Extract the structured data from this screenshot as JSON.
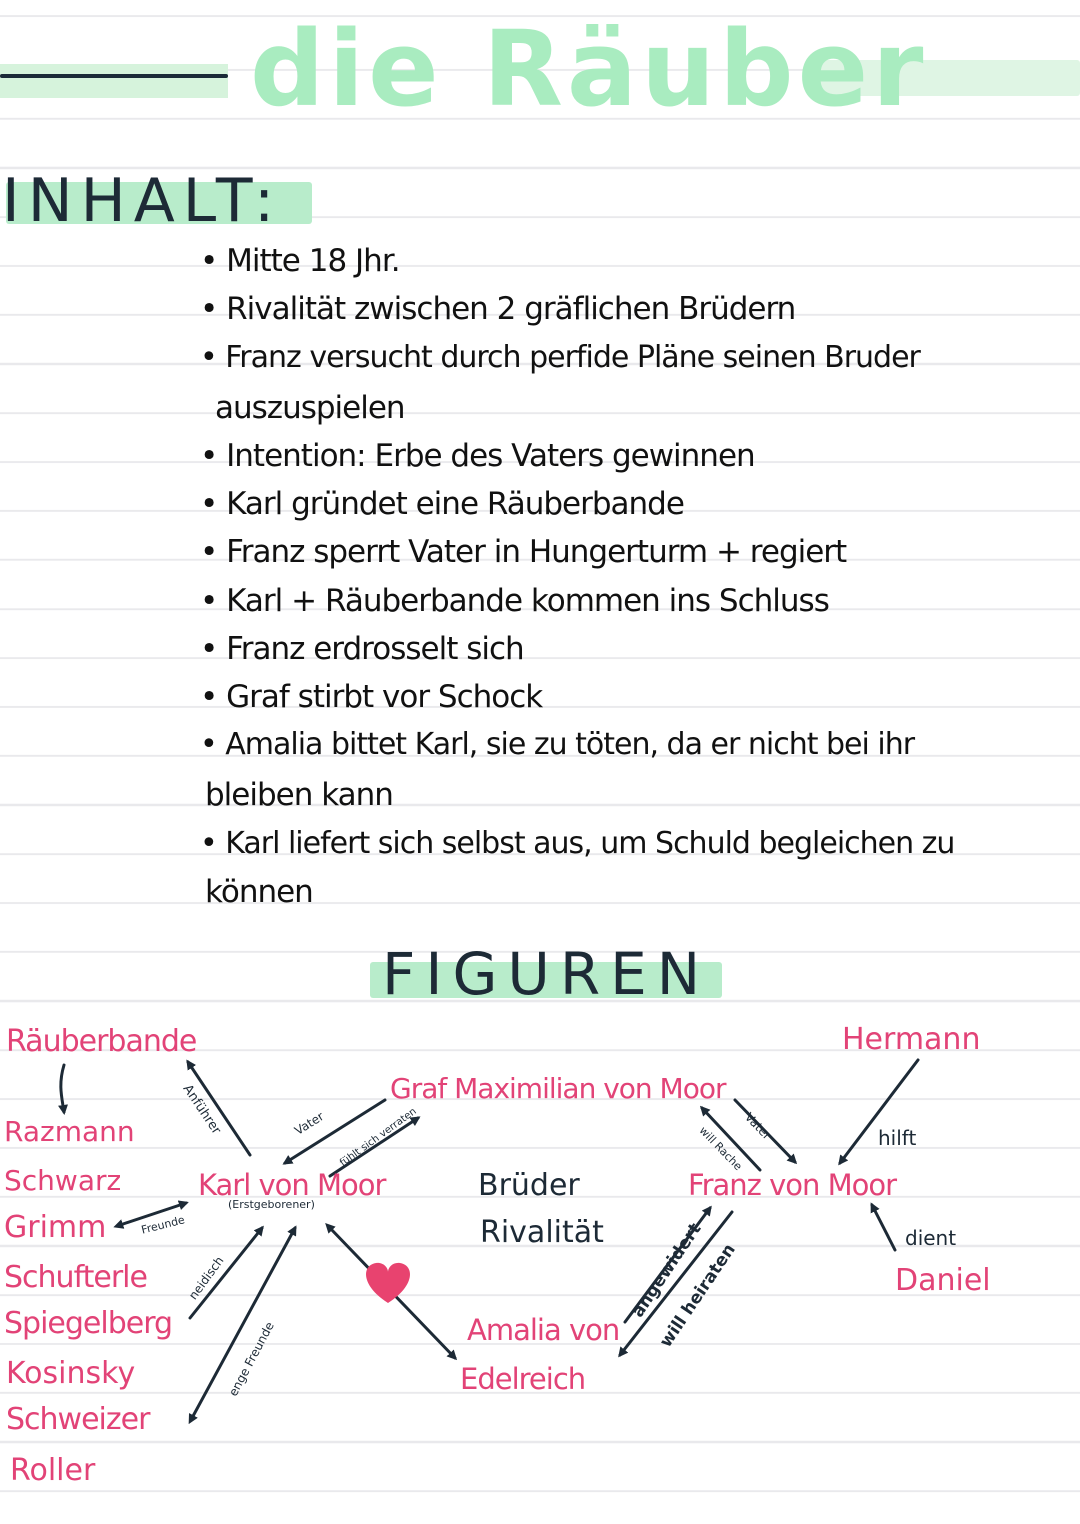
{
  "header": {
    "title": "die Räuber"
  },
  "inhalt": {
    "heading": "INHALT:",
    "bullets": [
      "• Mitte 18 Jhr.",
      "• Rivalität zwischen 2 gräflichen Brüdern",
      "• Franz versucht durch perfide Pläne seinen Bruder",
      "auszuspielen",
      "• Intention: Erbe des Vaters gewinnen",
      "• Karl gründet eine Räuberbande",
      "• Franz sperrt Vater in Hungerturm + regiert",
      "• Karl + Räuberbande kommen ins Schluss",
      "• Franz erdrosselt sich",
      "• Graf stirbt vor Schock",
      "• Amalia bittet Karl, sie zu töten, da er nicht bei ihr",
      "bleiben kann",
      "• Karl liefert sich selbst aus, um Schuld begleichen zu",
      "können"
    ]
  },
  "figuren": {
    "heading": "FIGUREN",
    "raeuberbande": "Räuberbande",
    "members": [
      "Razmann",
      "Schwarz",
      "Grimm",
      "Schufterle",
      "Spiegelberg",
      "Kosinsky",
      "Schweizer",
      "Roller"
    ],
    "graf": "Graf Maximilian von Moor",
    "karl": "Karl von Moor",
    "karl_note": "(Erstgeborener)",
    "franz": "Franz von Moor",
    "hermann": "Hermann",
    "daniel": "Daniel",
    "amalia_1": "Amalia von",
    "amalia_2": "Edelreich",
    "brueder": "Brüder",
    "rivalitaet": "Rivalität",
    "labels": {
      "anfuehrer": "Anführer",
      "vater_karl": "Vater",
      "fuehlt": "fühlt sich verraten",
      "vater_franz": "Vater",
      "rache": "will Rache",
      "hilft": "hilft",
      "dient": "dient",
      "freunde": "Freunde",
      "neidisch": "neidisch",
      "enge": "enge Freunde",
      "angewidert": "angewidert",
      "heiraten": "will heiraten"
    },
    "heart_icon": "heart-icon"
  },
  "colors": {
    "pink": "#e24377",
    "mint": "#b8eccb",
    "ink": "#1d2a36"
  }
}
